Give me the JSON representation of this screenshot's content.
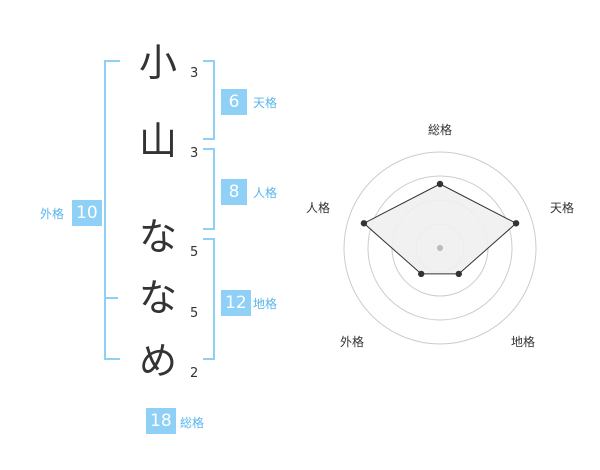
{
  "name": {
    "chars": [
      "小",
      "山",
      "な",
      "な",
      "め"
    ],
    "strokes": [
      "3",
      "3",
      "5",
      "5",
      "2"
    ]
  },
  "kaku": {
    "tenkaku": {
      "value": "6",
      "label": "天格"
    },
    "jinkaku": {
      "value": "8",
      "label": "人格"
    },
    "chikaku": {
      "value": "12",
      "label": "地格"
    },
    "gaikaku": {
      "value": "10",
      "label": "外格"
    },
    "soukaku": {
      "value": "18",
      "label": "総格"
    }
  },
  "chart_data": {
    "type": "radar",
    "axes": [
      "総格",
      "天格",
      "地格",
      "外格",
      "人格"
    ],
    "values": [
      4,
      5,
      2,
      2,
      5
    ],
    "rmax": 6,
    "rings": 4,
    "colors": {
      "fill": "#efefef",
      "line": "#333333",
      "ring": "#cccccc",
      "center": "#bbbbbb"
    }
  }
}
